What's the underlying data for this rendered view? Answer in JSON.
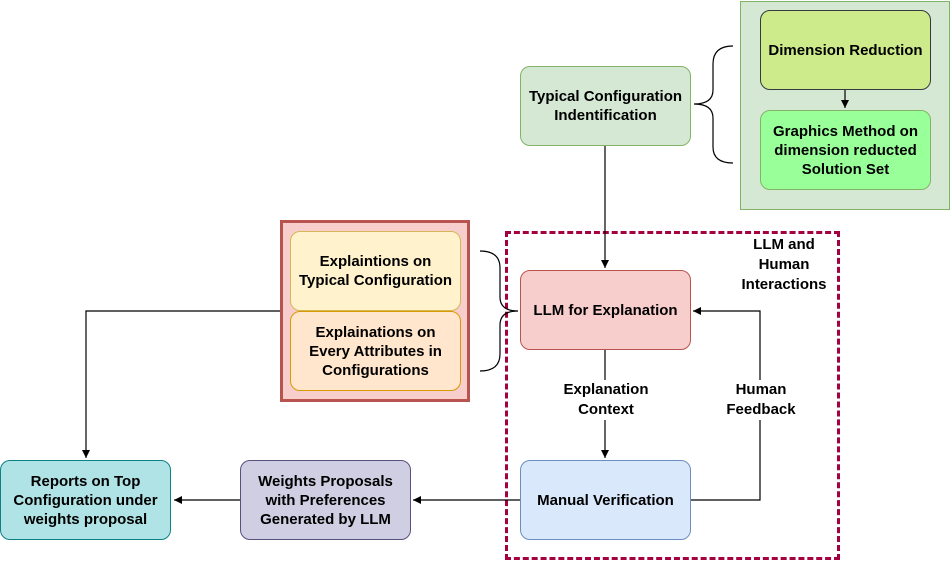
{
  "nodes": {
    "typical_config": "Typical Configuration Indentification",
    "dim_reduction": "Dimension Reduction",
    "graphics_method": "Graphics Method on dimension reducted Solution Set",
    "explain_typical": "Explaintions on Typical Configuration",
    "explain_attributes": "Explainations on Every Attributes in Configurations",
    "llm_explanation": "LLM for Explanation",
    "manual_verification": "Manual Verification",
    "weights_proposals": "Weights Proposals with Preferences Generated by LLM",
    "reports": "Reports on Top Configuration under weights proposal"
  },
  "labels": {
    "llm_human": "LLM and Human Interactions",
    "explanation_context": "Explanation Context",
    "human_feedback": "Human Feedback"
  },
  "colors": {
    "green_container": "#d5e8d4",
    "yellow_green": "#cdeb8b",
    "bright_green": "#99ff99",
    "pink": "#f8cecc",
    "blue": "#dae8fc",
    "purple": "#d0cee2",
    "teal": "#b0e3e6",
    "yellow": "#fff2cc",
    "orange": "#ffe6cc",
    "red_container": "#f8cecc",
    "dashed_border": "#a50040"
  }
}
